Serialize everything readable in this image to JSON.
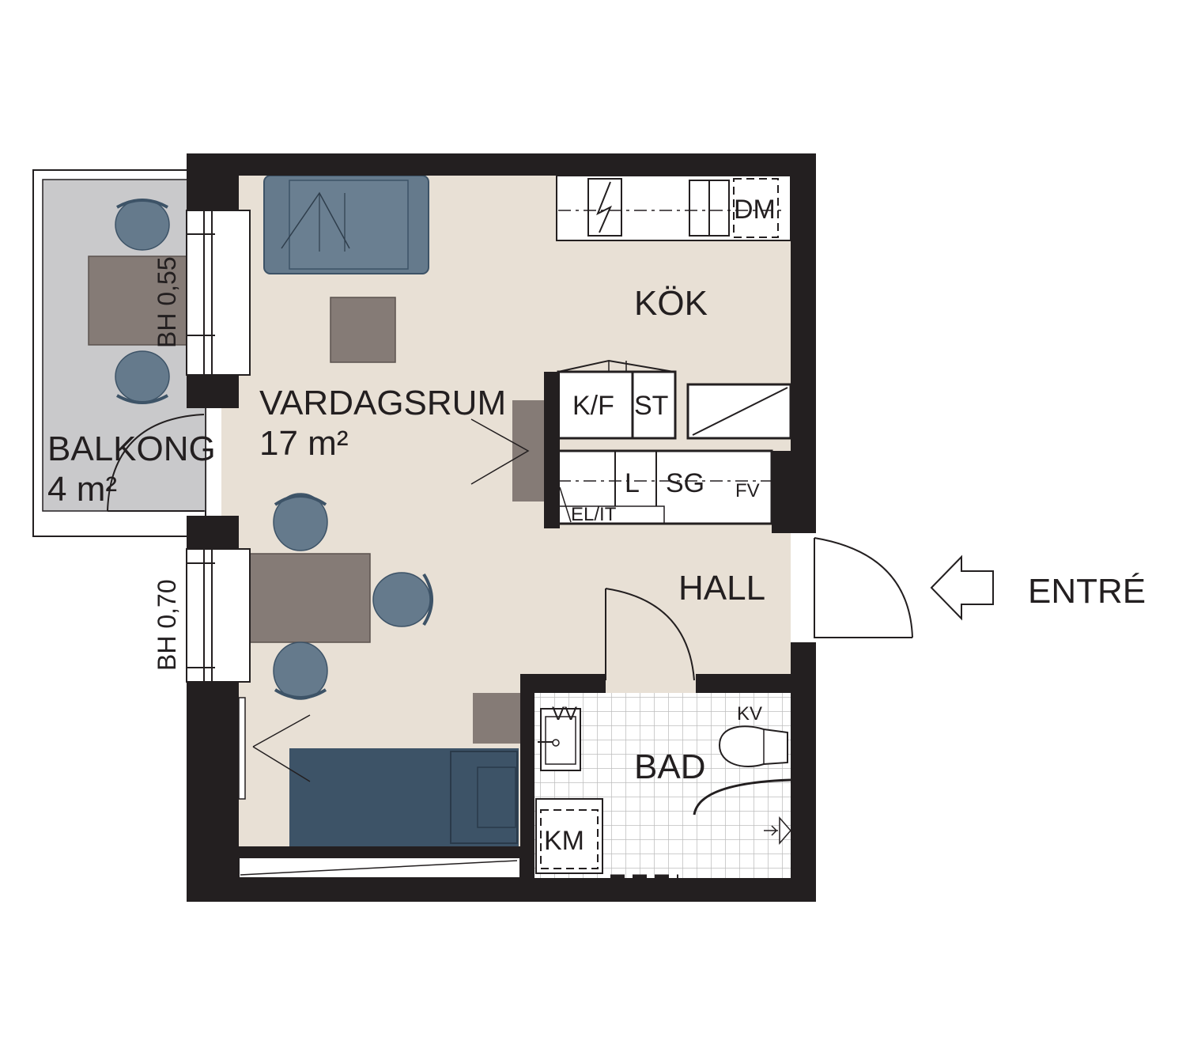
{
  "rooms": {
    "vardagsrum": {
      "name": "VARDAGSRUM",
      "area": "17 m²"
    },
    "kok": {
      "name": "KÖK"
    },
    "hall": {
      "name": "HALL"
    },
    "bad": {
      "name": "BAD"
    },
    "balkong": {
      "name": "BALKONG",
      "area": "4 m²"
    }
  },
  "fixtures": {
    "dm": "DM",
    "kf": "K/F",
    "st": "ST",
    "l": "L",
    "sg": "SG",
    "fv": "FV",
    "elit": "EL/IT",
    "vv": "VV",
    "kv": "KV",
    "km": "KM"
  },
  "windows": {
    "upper": "BH 0,55",
    "lower": "BH 0,70"
  },
  "entrance": "ENTRÉ",
  "colors": {
    "wall": "#231f20",
    "floor": "#e8e0d5",
    "balcony": "#c9c9cb",
    "furniture_blue": "#657a8c",
    "furniture_dark_blue": "#3d5367",
    "furniture_grey": "#857b76",
    "tile_line": "#bbbbbb"
  }
}
